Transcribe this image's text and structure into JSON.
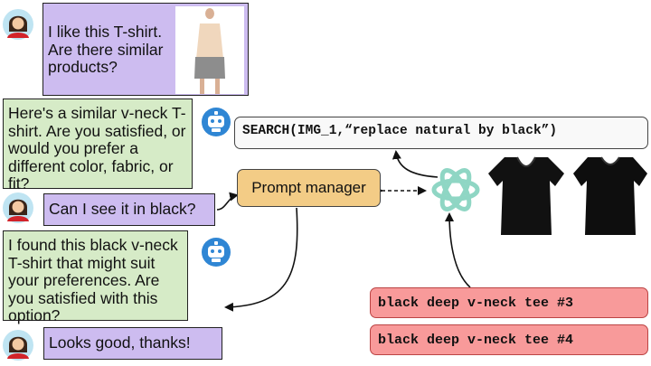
{
  "conversation": {
    "user_message_1": "I like this T-shirt. Are there similar products?",
    "bot_message_1": "Here's a similar v-neck T-shirt. Are you satisfied, or would you prefer a different color, fabric, or fit?",
    "user_message_2": "Can I see it in black?",
    "bot_message_2": "I found this black v-neck T-shirt that might suit your preferences. Are you satisfied with this option?",
    "user_message_3": "Looks good, thanks!"
  },
  "search_query": "SEARCH(IMG_1,“replace natural by black”)",
  "prompt_manager_label": "Prompt manager",
  "results": [
    "black deep v-neck tee #3",
    "black deep v-neck tee #4"
  ],
  "icons": {
    "user": "user-avatar-icon",
    "bot": "robot-icon",
    "llm": "openai-logo-icon"
  },
  "colors": {
    "user_bubble": "#cdbcf0",
    "bot_bubble": "#d6ebc7",
    "prompt_manager": "#f3cc86",
    "result_box": "#f89a9a",
    "llm_logo": "#8fd6c4",
    "bot_icon": "#2f86d4"
  }
}
